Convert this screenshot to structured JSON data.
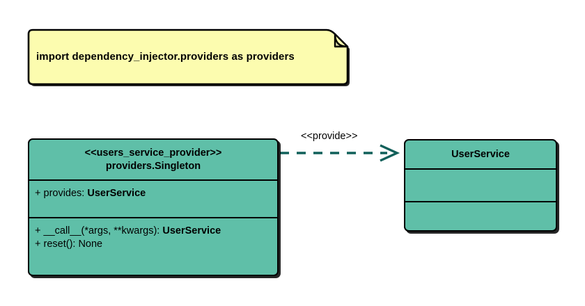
{
  "diagram": {
    "type": "uml-class-diagram",
    "background": "#ffffff",
    "colors": {
      "class_fill": "#5fbfa8",
      "note_fill": "#fcfcaf",
      "outline": "#000000",
      "link": "#11605a"
    }
  },
  "note": {
    "text": "import dependency_injector.providers as providers"
  },
  "provider_class": {
    "stereotype": "<<users_service_provider>>",
    "name": "providers.Singleton",
    "attributes": [
      {
        "visibility": "+",
        "label": "provides: ",
        "type": "UserService"
      }
    ],
    "operations": [
      {
        "visibility": "+",
        "label": "__call__(*args, **kwargs): ",
        "type": "UserService"
      },
      {
        "visibility": "+",
        "label": "reset(): None",
        "type": ""
      }
    ]
  },
  "service_class": {
    "name": "UserService",
    "attributes": [],
    "operations": []
  },
  "link": {
    "label": "<<provide>>",
    "style": "dashed",
    "arrow": "open",
    "source": "provider_class",
    "target": "service_class"
  }
}
